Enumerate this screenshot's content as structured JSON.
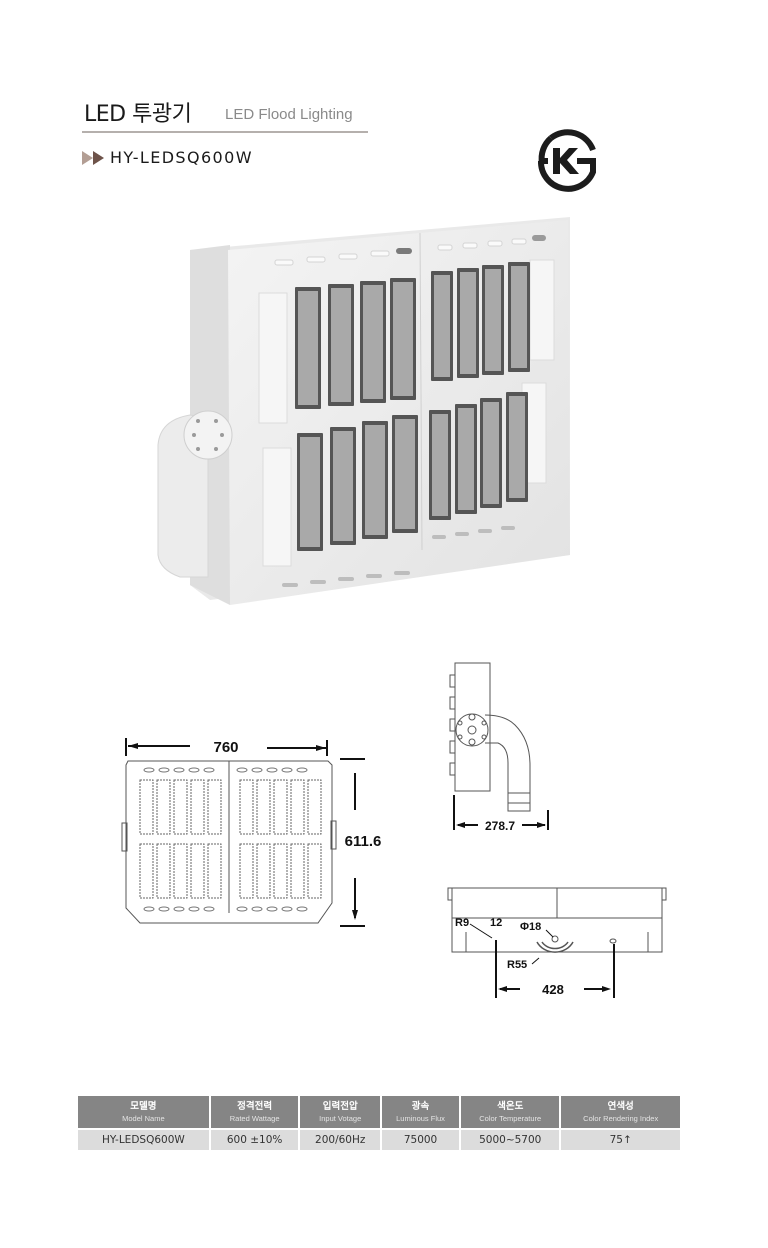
{
  "header": {
    "title_ko": "LED 투광기",
    "title_en": "LED Flood Lighting",
    "model": "HY-LEDSQ600W",
    "certification_icon": "kc-mark-icon"
  },
  "product_image": {
    "description": "LED flood light fixture with 16 LED modules and side mounting bracket"
  },
  "drawings": {
    "front": {
      "width_label": "760",
      "height_label": "611.6"
    },
    "side": {
      "depth_label": "278.7"
    },
    "bottom": {
      "r9": "R9",
      "dim12": "12",
      "phi18": "Φ18",
      "r55": "R55",
      "span_label": "428"
    }
  },
  "spec_table": {
    "headers": [
      {
        "ko": "모델명",
        "en": "Model Name"
      },
      {
        "ko": "정격전력",
        "en": "Rated Wattage"
      },
      {
        "ko": "입력전압",
        "en": "Input Votage"
      },
      {
        "ko": "광속",
        "en": "Luminous Flux"
      },
      {
        "ko": "색온도",
        "en": "Color Temperature"
      },
      {
        "ko": "연색성",
        "en": "Color Rendering Index"
      }
    ],
    "row": [
      "HY-LEDSQ600W",
      "600 ±10%",
      "200/60Hz",
      "75000",
      "5000~5700",
      "75↑"
    ]
  }
}
